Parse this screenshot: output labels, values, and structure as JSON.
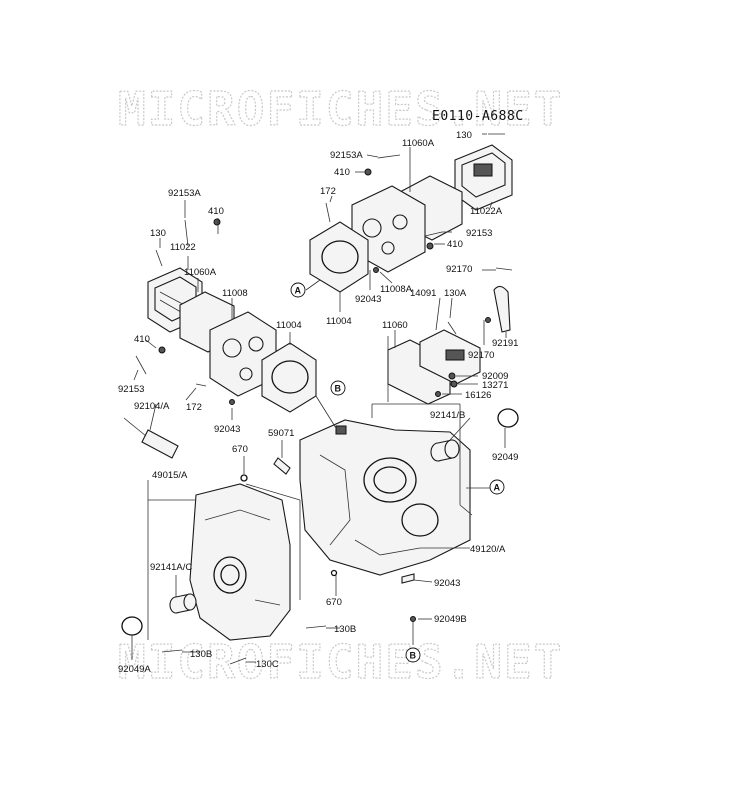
{
  "watermark": {
    "top": "MICROFICHES.NET",
    "bottom": "MICROFICHES.NET"
  },
  "diagram_code": "E0110-A688C",
  "labels": {
    "p130_top": "130",
    "p11060A_top": "11060A",
    "p92153A_top": "92153A",
    "p410_top": "410",
    "p172_top": "172",
    "p11022A": "11022A",
    "p92153_r": "92153",
    "p410_r": "410",
    "p92170_t": "92170",
    "p92043_mid": "92043",
    "p11008A": "11008A",
    "p11004_mid": "11004",
    "p14091": "14091",
    "p130A": "130A",
    "p92191": "92191",
    "p92170_b": "92170",
    "p11060": "11060",
    "p92009": "92009",
    "p13271": "13271",
    "p16126": "16126",
    "p92141B": "92141/B",
    "p92049": "92049",
    "p92153A_l": "92153A",
    "p410_l": "410",
    "p130_l": "130",
    "p11022_l": "11022",
    "p11060A_l": "11060A",
    "p11008": "11008",
    "p11004_l": "11004",
    "p410_l2": "410",
    "p92153_l": "92153",
    "p172_l": "172",
    "p92043_l": "92043",
    "p92104A": "92104/A",
    "p59071": "59071",
    "p670_t": "670",
    "p49015A": "49015/A",
    "p92141AC": "92141A/C",
    "p92049A": "92049A",
    "p130B_l": "130B",
    "p130C": "130C",
    "p130B_r": "130B",
    "p670_b": "670",
    "p92043_b": "92043",
    "p49120A": "49120/A",
    "p92049B": "92049B"
  },
  "refs": {
    "A": "A",
    "B": "B"
  }
}
